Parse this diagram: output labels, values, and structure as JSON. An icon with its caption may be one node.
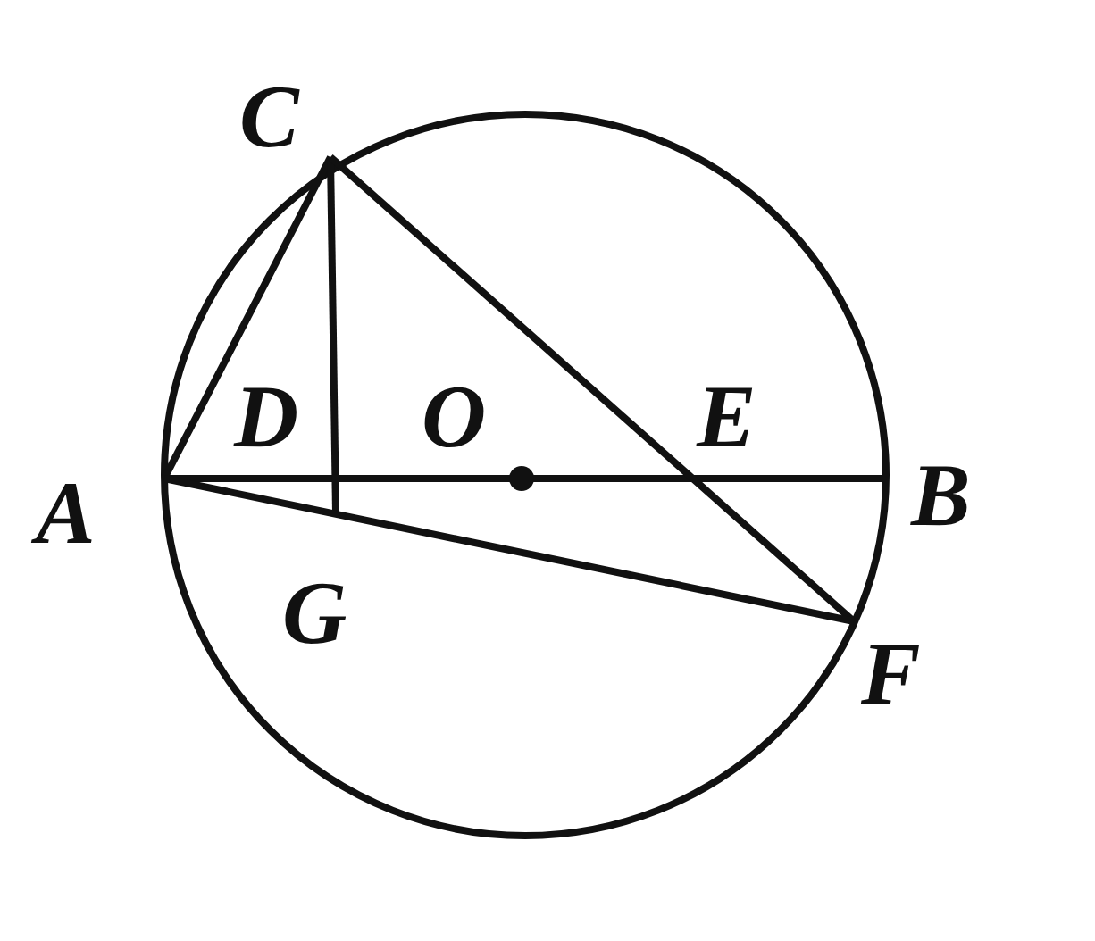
{
  "diagram": {
    "labels": [
      "C",
      "D",
      "O",
      "E",
      "A",
      "B",
      "G",
      "F"
    ]
  }
}
